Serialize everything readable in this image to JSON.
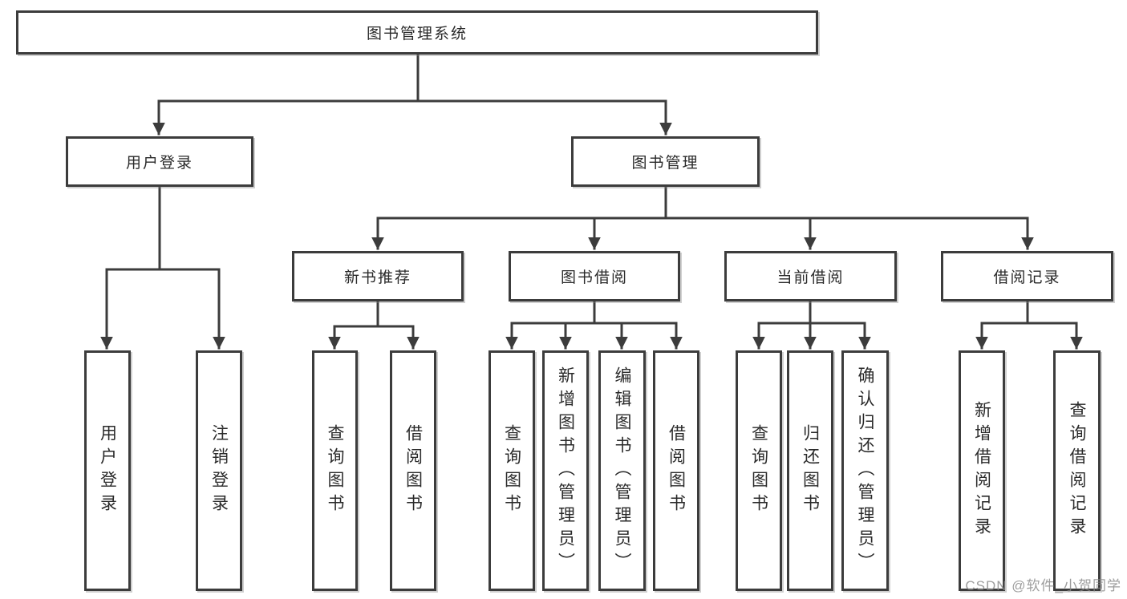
{
  "tree": {
    "root": "图书管理系统",
    "children": [
      {
        "label": "用户登录",
        "children": [
          "用户登录",
          "注销登录"
        ]
      },
      {
        "label": "图书管理",
        "children": [
          {
            "label": "新书推荐",
            "children": [
              "查询图书",
              "借阅图书"
            ]
          },
          {
            "label": "图书借阅",
            "children": [
              "查询图书",
              "新增图书（管理员）",
              "编辑图书（管理员）",
              "借阅图书"
            ]
          },
          {
            "label": "当前借阅",
            "children": [
              "查询图书",
              "归还图书",
              "确认归还（管理员）"
            ]
          },
          {
            "label": "借阅记录",
            "children": [
              "新增借阅记录",
              "查询借阅记录"
            ]
          }
        ]
      }
    ]
  },
  "watermark": {
    "text": "CSDN @软件_小贺同学"
  },
  "colors": {
    "line": "#3c3c3c",
    "text": "#2a2a2a",
    "watermark": "#878787"
  }
}
